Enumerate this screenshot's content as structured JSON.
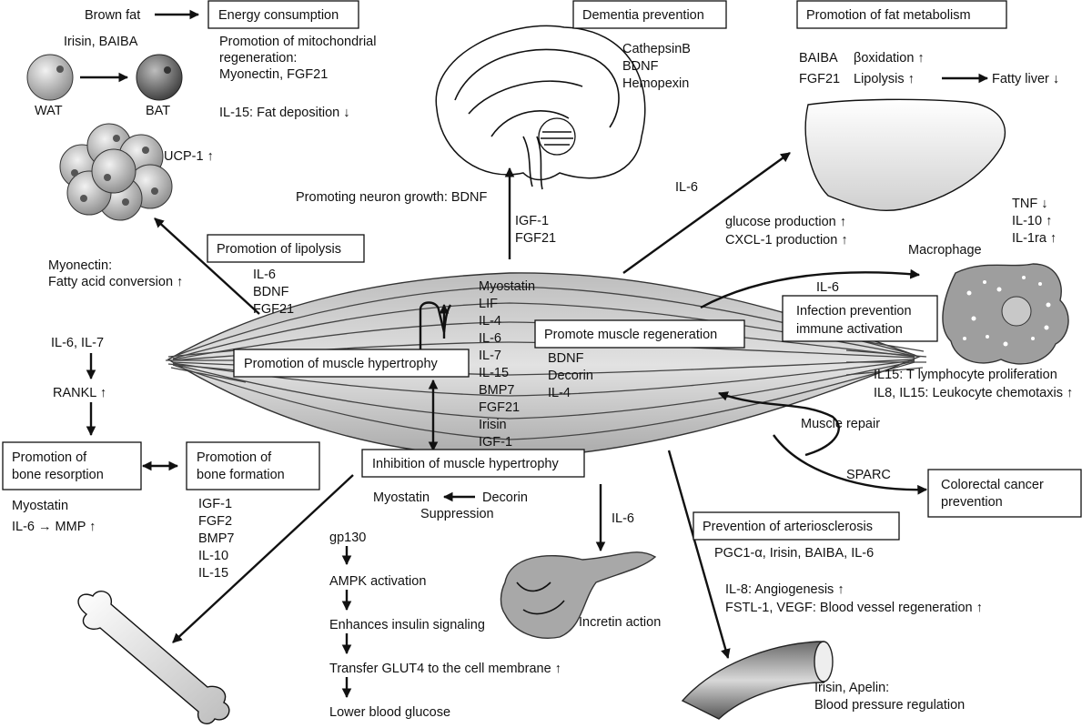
{
  "energy": {
    "brown_fat": "Brown fat",
    "title": "Energy consumption",
    "irisin_baiba": "Irisin, BAIBA",
    "wat": "WAT",
    "bat": "BAT",
    "regen_line1": "Promotion of mitochondrial",
    "regen_line2": "regeneration:",
    "regen_line3": "Myonectin, FGF21",
    "il15": "IL-15: Fat deposition ↓",
    "ucp1": "UCP-1 ↑"
  },
  "dementia": {
    "title": "Dementia prevention",
    "items": [
      "CathepsinB",
      "BDNF",
      "Hemopexin"
    ],
    "neuron": "Promoting neuron growth: BDNF",
    "igf1": "IGF-1",
    "fgf21": "FGF21"
  },
  "fat_metabolism": {
    "title": "Promotion of fat metabolism",
    "baiba": "BAIBA",
    "beta_ox": "βoxidation ↑",
    "fgf21": "FGF21",
    "lipolysis": "Lipolysis ↑",
    "fatty_liver": "Fatty liver ↓",
    "il6": "IL-6",
    "glucose": "glucose production ↑",
    "cxcl1": "CXCL-1 production ↑"
  },
  "immune": {
    "tnf": "TNF ↓",
    "il10": "IL-10 ↑",
    "il1ra": "IL-1ra ↑",
    "macrophage": "Macrophage",
    "il6": "IL-6",
    "box_line1": "Infection prevention",
    "box_line2": "immune activation",
    "il15_t": "IL15: T lymphocyte proliferation",
    "il8_il15": "IL8, IL15: Leukocyte chemotaxis ↑"
  },
  "lipolysis": {
    "myonectin": "Myonectin:",
    "fatty_acid": "Fatty acid conversion ↑",
    "title": "Promotion of lipolysis",
    "items": [
      "IL-6",
      "BDNF",
      "FGF21"
    ]
  },
  "bone": {
    "il6_il7": "IL-6, IL-7",
    "rankl": "RANKL ↑",
    "resorption_line1": "Promotion of",
    "resorption_line2": "bone resorption",
    "formation_line1": "Promotion of",
    "formation_line2": "bone formation",
    "myostatin": "Myostatin",
    "il6_mmp": "IL-6 → MMP ↑",
    "formation_items": [
      "IGF-1",
      "FGF2",
      "BMP7",
      "IL-10",
      "IL-15"
    ]
  },
  "muscle": {
    "myokines": [
      "Myostatin",
      "LIF",
      "IL-4",
      "IL-6",
      "IL-7",
      "IL-15",
      "BMP7",
      "FGF21",
      "Irisin",
      "IGF-1"
    ],
    "hypertrophy": "Promotion of muscle hypertrophy",
    "inhibition": "Inhibition of muscle hypertrophy",
    "regen_title": "Promote muscle regeneration",
    "regen_items": [
      "BDNF",
      "Decorin",
      "IL-4"
    ],
    "myostatin": "Myostatin",
    "decorin": "Decorin",
    "suppression": "Suppression",
    "repair": "Muscle repair",
    "sparc": "SPARC"
  },
  "cancer": {
    "line1": "Colorectal cancer",
    "line2": "prevention"
  },
  "glucose_path": {
    "steps": [
      "gp130",
      "AMPK activation",
      "Enhances insulin signaling",
      "Transfer GLUT4 to the cell membrane ↑",
      "Lower blood glucose"
    ]
  },
  "pancreas": {
    "il6": "IL-6",
    "incretin": "Incretin action"
  },
  "arterio": {
    "title": "Prevention of arteriosclerosis",
    "factors": "PGC1-α, Irisin, BAIBA, IL-6",
    "il8": "IL-8: Angiogenesis ↑",
    "fstl": "FSTL-1, VEGF: Blood vessel regeneration ↑",
    "irisin_apelin": "Irisin, Apelin:",
    "bp": "Blood pressure regulation"
  }
}
